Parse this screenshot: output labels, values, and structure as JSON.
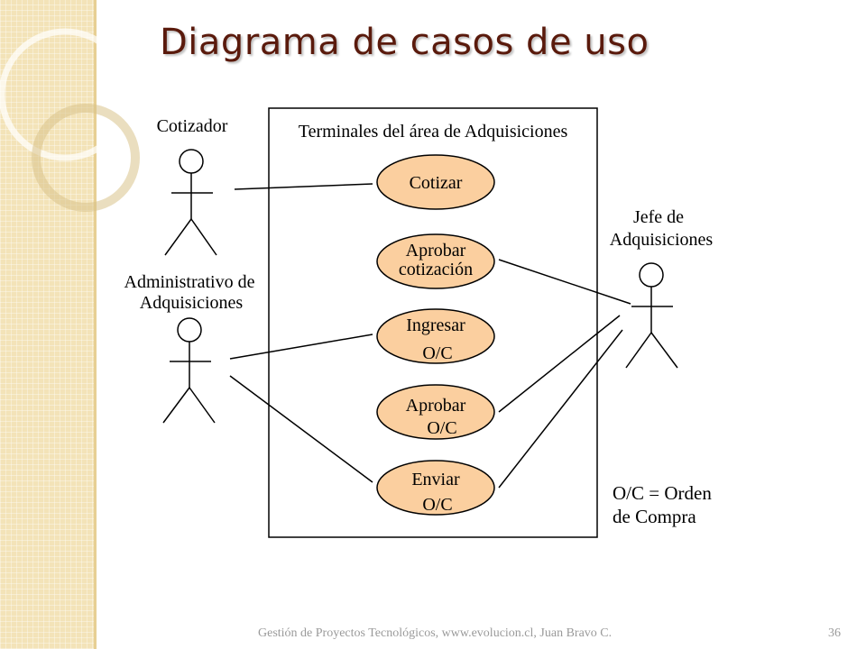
{
  "slide": {
    "title": "Diagrama de casos de uso",
    "footer": "Gestión de Proyectos Tecnológicos, www.evolucion.cl, Juan Bravo C.",
    "page_number": "36"
  },
  "diagram": {
    "system_boundary_label": "Terminales del área de Adquisiciones",
    "actors": {
      "cotizador": [
        "Cotizador"
      ],
      "administrativo": [
        "Administrativo de",
        "Adquisiciones"
      ],
      "jefe": [
        "Jefe de",
        "Adquisiciones"
      ]
    },
    "use_cases": [
      {
        "id": "cotizar",
        "lines": [
          "Cotizar"
        ]
      },
      {
        "id": "aprobar-cotizacion",
        "lines": [
          "Aprobar",
          "cotización"
        ]
      },
      {
        "id": "ingresar-oc",
        "lines": [
          "Ingresar",
          "O/C"
        ]
      },
      {
        "id": "aprobar-oc",
        "lines": [
          "Aprobar",
          "O/C"
        ]
      },
      {
        "id": "enviar-oc",
        "lines": [
          "Enviar",
          "O/C"
        ]
      }
    ],
    "note": [
      "O/C = Orden",
      "de Compra"
    ],
    "colors": {
      "use_case_fill": "#fbcf9f",
      "title": "#5a1a0c"
    }
  }
}
